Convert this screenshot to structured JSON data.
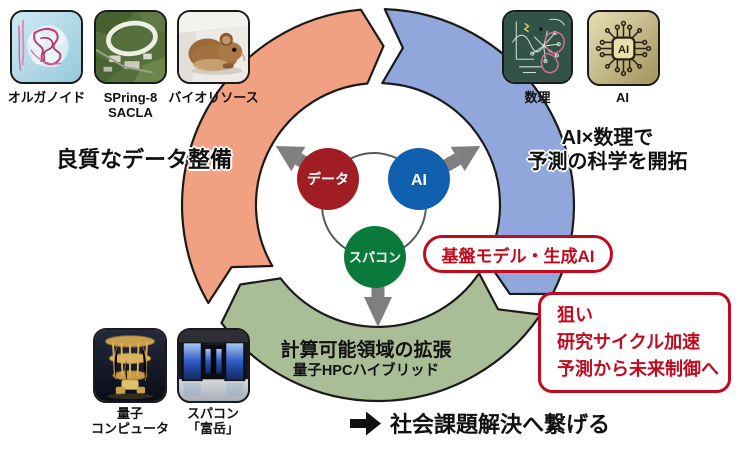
{
  "palette": {
    "arc_orange": "#F1A181",
    "arc_blue": "#91A7DB",
    "arc_green": "#A9BE96",
    "arc_outline": "#1A1A1A",
    "gray_arrow": "#7F7F7F",
    "hub_ring_gray": "#5A5A5A",
    "hub_data_red": "#A01D24",
    "hub_ai_blue": "#1160AE",
    "hub_hpc_green": "#0A7A3C",
    "accent_red": "#C00A1E",
    "text_black": "#111111"
  },
  "tiles": {
    "organoid": {
      "caption": "オルガノイド"
    },
    "spring8": {
      "caption_line1": "SPring-8",
      "caption_line2": "SACLA"
    },
    "bioresource": {
      "caption": "バイオリソース"
    },
    "math": {
      "caption": "数理"
    },
    "ai": {
      "caption": "AI",
      "chip_label": "AI"
    },
    "quantum": {
      "caption_line1": "量子",
      "caption_line2": "コンピュータ"
    },
    "fugaku": {
      "caption_line1": "スパコン",
      "caption_line2": "「富岳」"
    }
  },
  "headlines": {
    "left": "良質なデータ整備",
    "right_line1": "AI×数理で",
    "right_line2": "予測の科学を開拓",
    "bottom_line1": "計算可能領域の拡張",
    "bottom_line2": "量子HPCハイブリッド"
  },
  "hub": {
    "data_label": "データ",
    "ai_label": "AI",
    "hpc_label": "スパコン"
  },
  "callouts": {
    "foundation_pill": "基盤モデル・生成AI",
    "aim_title": "狙い",
    "aim_line1": "研究サイクル加速",
    "aim_line2": "予測から未来制御へ"
  },
  "conclusion": {
    "text": "社会課題解決へ繋げる"
  }
}
